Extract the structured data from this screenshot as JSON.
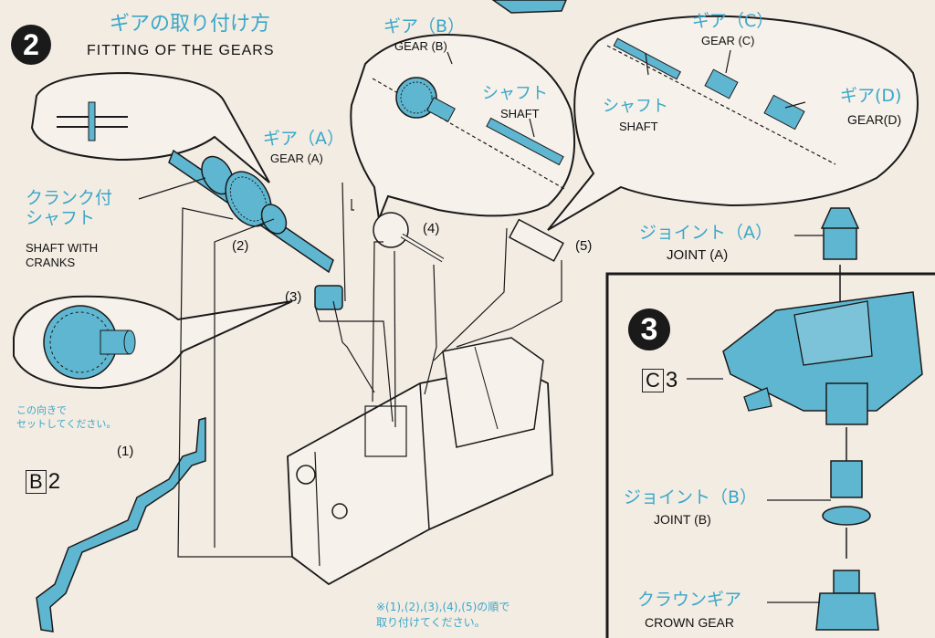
{
  "step2": {
    "number": "2",
    "title_jp": "ギアの取り付け方",
    "title_en": "FITTING OF THE GEARS"
  },
  "parts": {
    "gear_a_jp": "ギア（A）",
    "gear_a_en": "GEAR (A)",
    "gear_b_jp": "ギア（B）",
    "gear_b_en": "GEAR (B)",
    "gear_c_jp": "ギア（C）",
    "gear_c_en": "GEAR (C)",
    "gear_d_jp": "ギア(D)",
    "gear_d_en": "GEAR(D)",
    "shaft_b_jp": "シャフト",
    "shaft_b_en": "SHAFT",
    "shaft_c_jp": "シャフト",
    "shaft_c_en": "SHAFT",
    "crank_jp": "クランク付\nシャフト",
    "crank_en": "SHAFT WITH\nCRANKS",
    "orient_jp": "この向きで\nセットしてください。"
  },
  "callouts": [
    "(1)",
    "(2)",
    "(3)",
    "(4)",
    "(5)"
  ],
  "box_b": {
    "letter": "B",
    "count": "2"
  },
  "note": "※(1),(2),(3),(4),(5)の順で\n取り付けてください。",
  "step3": {
    "number": "3",
    "joint_a_jp": "ジョイント（A）",
    "joint_a_en": "JOINT (A)",
    "box_c": {
      "letter": "C",
      "count": "3"
    },
    "joint_b_jp": "ジョイント（B）",
    "joint_b_en": "JOINT (B)",
    "crown_jp": "クラウンギア",
    "crown_en": "CROWN GEAR"
  },
  "colors": {
    "part_blue": "#5fb6d0",
    "label_blue": "#3aa7c9",
    "line": "#1a1a1a",
    "paper": "#f3ece3"
  }
}
